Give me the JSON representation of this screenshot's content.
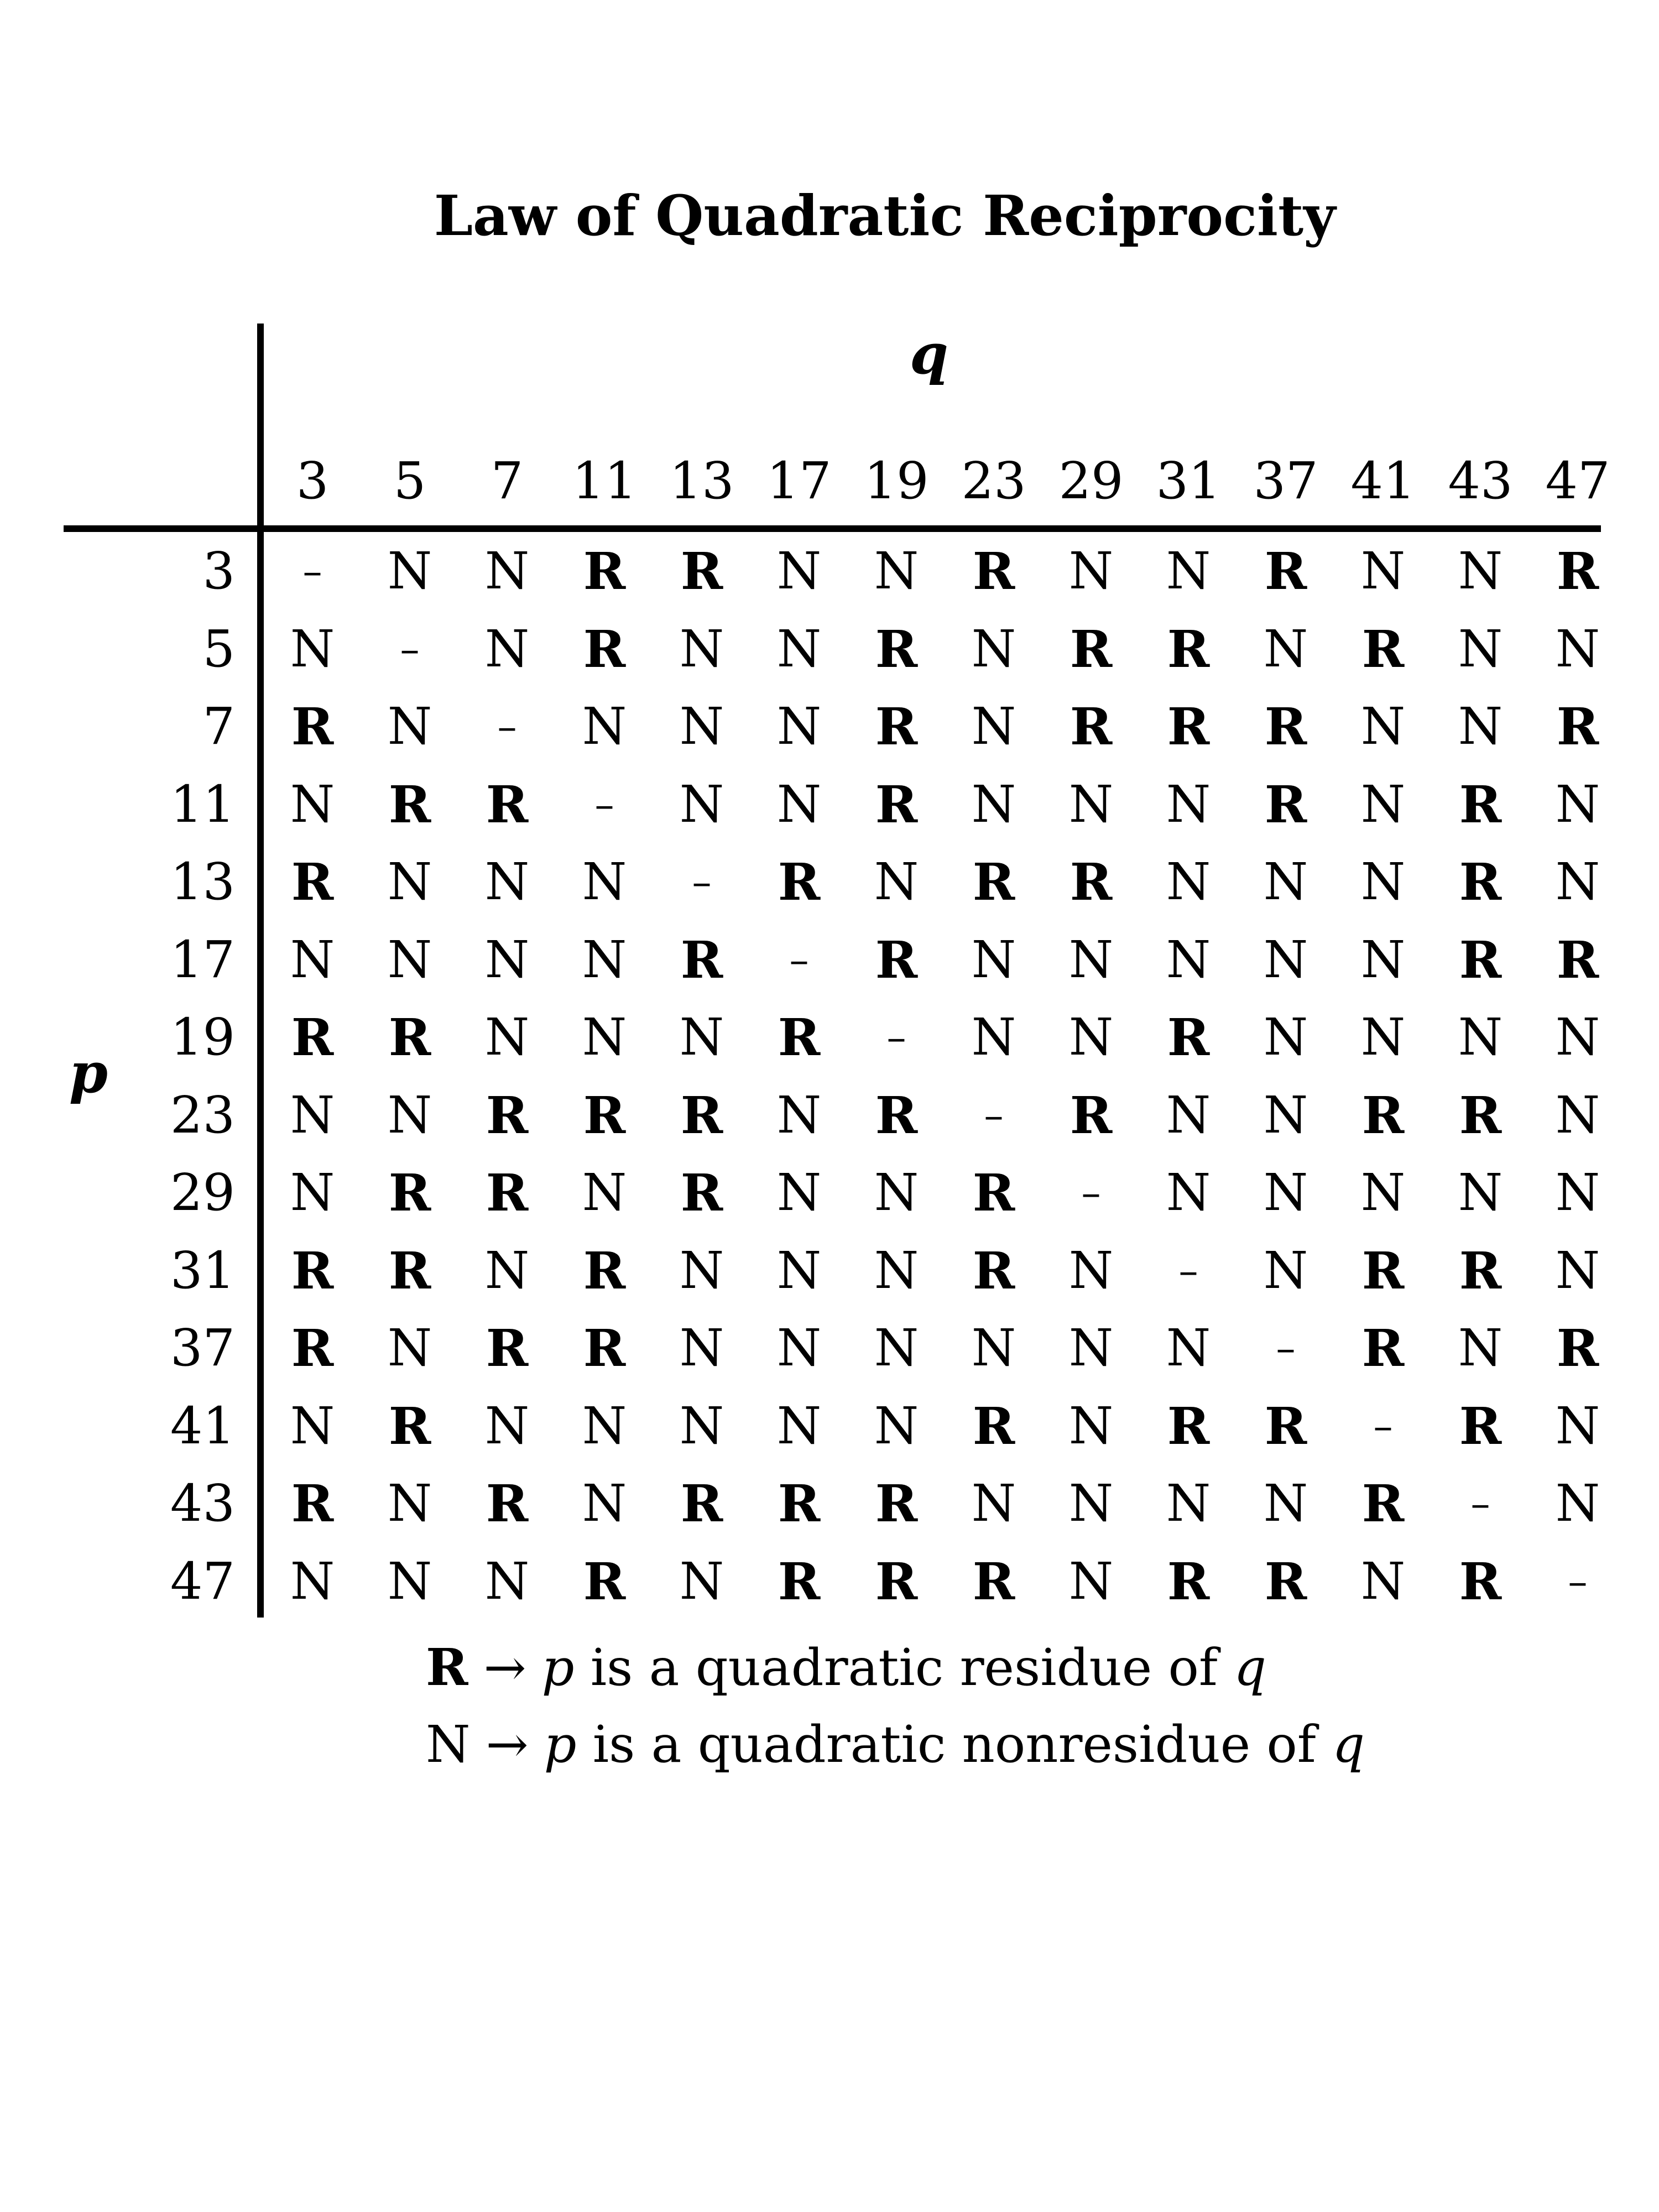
{
  "title": "Law of Quadratic Reciprocity",
  "q_label": "q",
  "p_label": "p",
  "primes": [
    "3",
    "5",
    "7",
    "11",
    "13",
    "17",
    "19",
    "23",
    "29",
    "31",
    "37",
    "41",
    "43",
    "47"
  ],
  "rows": [
    [
      "–",
      "N",
      "N",
      "R",
      "R",
      "N",
      "N",
      "R",
      "N",
      "N",
      "R",
      "N",
      "N",
      "R"
    ],
    [
      "N",
      "–",
      "N",
      "R",
      "N",
      "N",
      "R",
      "N",
      "R",
      "R",
      "N",
      "R",
      "N",
      "N"
    ],
    [
      "R",
      "N",
      "–",
      "N",
      "N",
      "N",
      "R",
      "N",
      "R",
      "R",
      "R",
      "N",
      "N",
      "R"
    ],
    [
      "N",
      "R",
      "R",
      "–",
      "N",
      "N",
      "R",
      "N",
      "N",
      "N",
      "R",
      "N",
      "R",
      "N"
    ],
    [
      "R",
      "N",
      "N",
      "N",
      "–",
      "R",
      "N",
      "R",
      "R",
      "N",
      "N",
      "N",
      "R",
      "N"
    ],
    [
      "N",
      "N",
      "N",
      "N",
      "R",
      "–",
      "R",
      "N",
      "N",
      "N",
      "N",
      "N",
      "R",
      "R"
    ],
    [
      "R",
      "R",
      "N",
      "N",
      "N",
      "R",
      "–",
      "N",
      "N",
      "R",
      "N",
      "N",
      "N",
      "N"
    ],
    [
      "N",
      "N",
      "R",
      "R",
      "R",
      "N",
      "R",
      "–",
      "R",
      "N",
      "N",
      "R",
      "R",
      "N"
    ],
    [
      "N",
      "R",
      "R",
      "N",
      "R",
      "N",
      "N",
      "R",
      "–",
      "N",
      "N",
      "N",
      "N",
      "N"
    ],
    [
      "R",
      "R",
      "N",
      "R",
      "N",
      "N",
      "N",
      "R",
      "N",
      "–",
      "N",
      "R",
      "R",
      "N"
    ],
    [
      "R",
      "N",
      "R",
      "R",
      "N",
      "N",
      "N",
      "N",
      "N",
      "N",
      "–",
      "R",
      "N",
      "R"
    ],
    [
      "N",
      "R",
      "N",
      "N",
      "N",
      "N",
      "N",
      "R",
      "N",
      "R",
      "R",
      "–",
      "R",
      "N"
    ],
    [
      "R",
      "N",
      "R",
      "N",
      "R",
      "R",
      "R",
      "N",
      "N",
      "N",
      "N",
      "R",
      "–",
      "N"
    ],
    [
      "N",
      "N",
      "N",
      "R",
      "N",
      "R",
      "R",
      "R",
      "N",
      "R",
      "R",
      "N",
      "R",
      "–"
    ]
  ],
  "legend": {
    "r_symbol": "R",
    "r_p": "p",
    "r_text": " is a quadratic residue of ",
    "r_q": "q",
    "n_symbol": "N",
    "n_p": "p",
    "n_text": " is a quadratic nonresidue of ",
    "n_q": "q",
    "arrow": "→"
  }
}
